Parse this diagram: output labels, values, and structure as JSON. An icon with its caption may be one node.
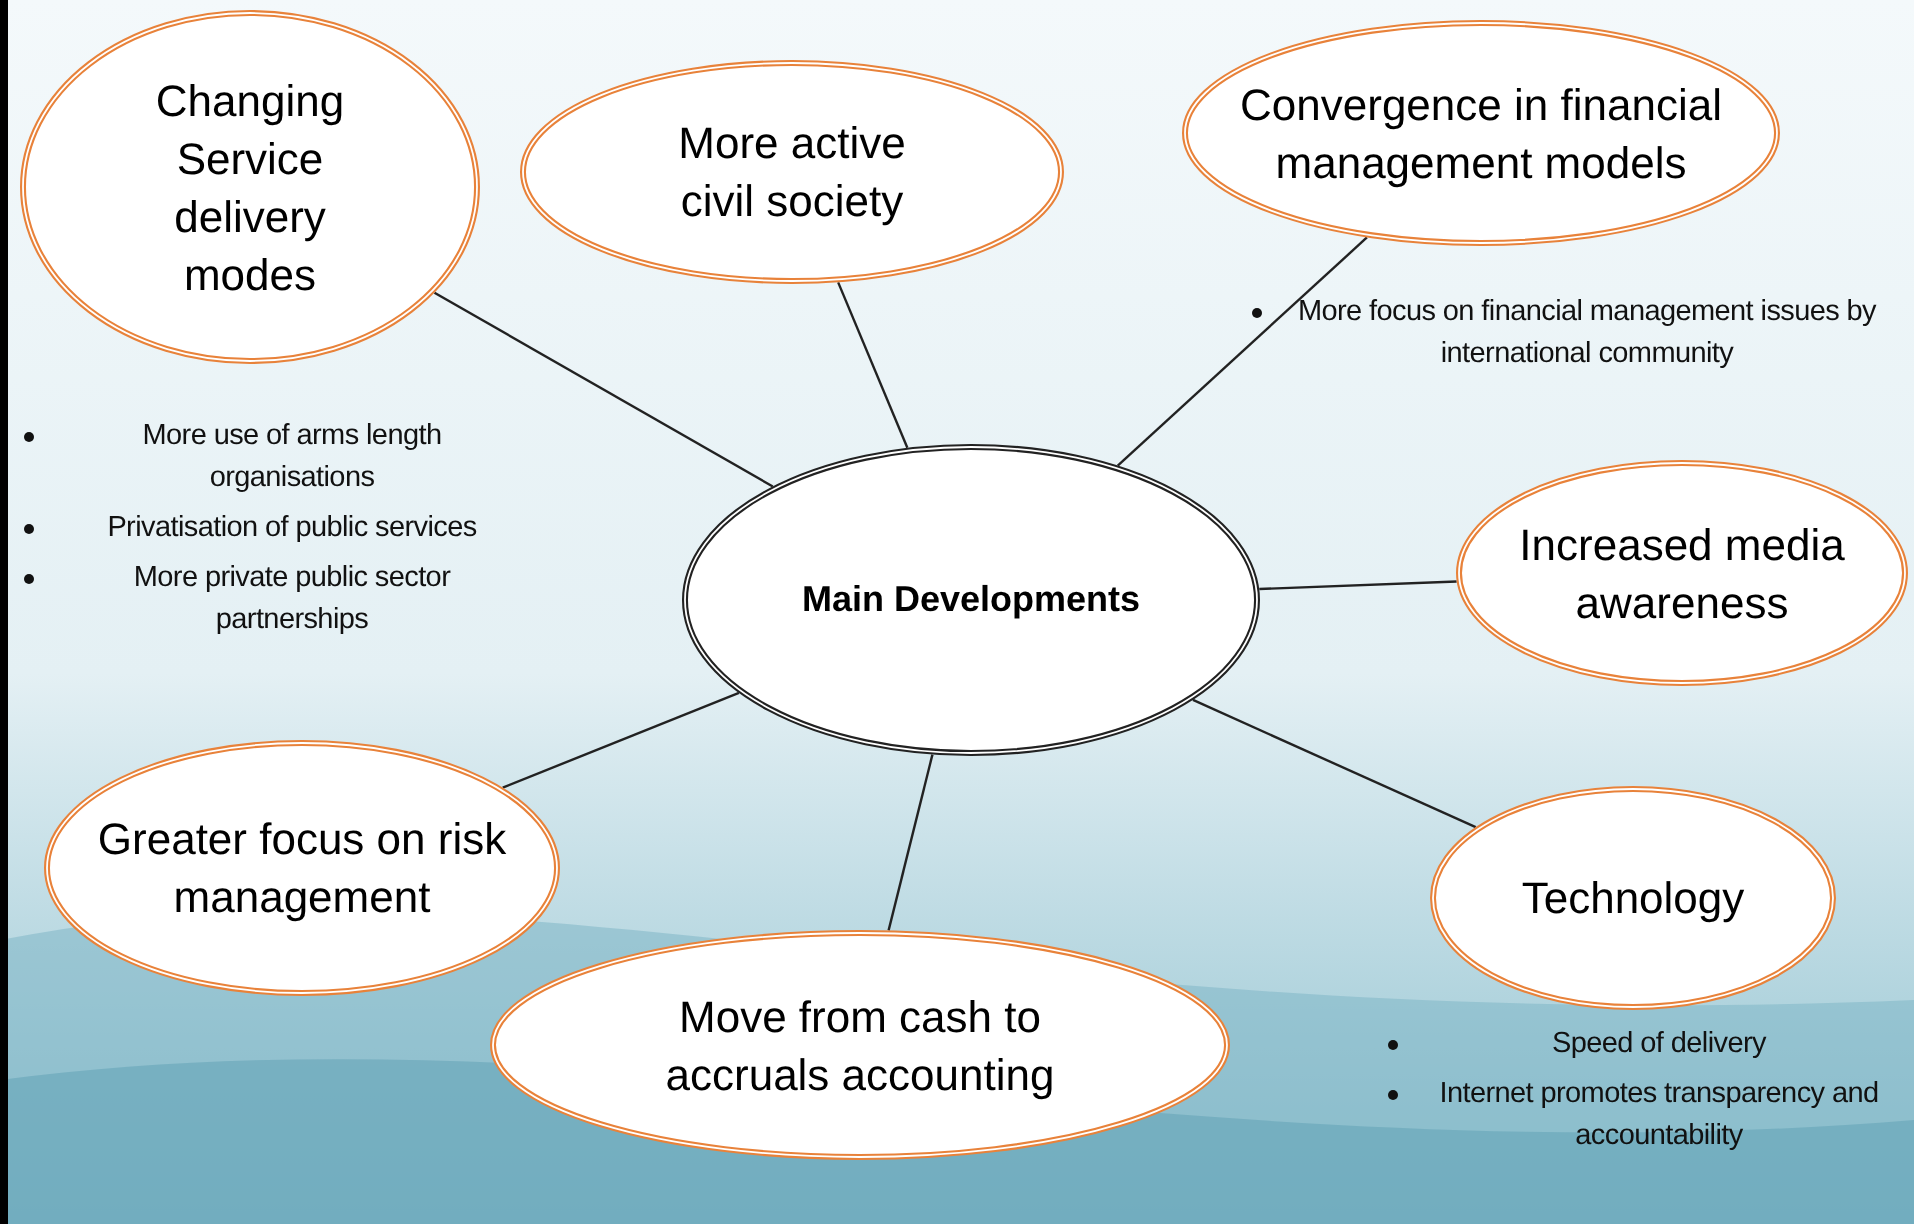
{
  "diagram": {
    "nodes": [
      {
        "text": [
          "Main Developments"
        ]
      },
      {
        "text": [
          "Changing Service delivery modes"
        ],
        "beside": [
          "More use of arms length organisations",
          "Privatisation of public services",
          "More private public sector partnerships"
        ]
      },
      {
        "text": [
          "More active civil society"
        ]
      },
      {
        "text": [
          "Convergence in financial management models"
        ],
        "beside": [
          "More focus on financial management issues by international community"
        ]
      },
      {
        "text": [
          "Increased media awareness"
        ]
      },
      {
        "text": [
          "Technology"
        ],
        "beside": [
          "Speed of delivery",
          "Internet promotes transparency and accountability"
        ]
      },
      {
        "text": [
          "Greater focus on risk management"
        ]
      },
      {
        "text": [
          "Move from cash to accruals accounting"
        ]
      }
    ],
    "edges": [
      {
        "from": 0,
        "to": 1,
        "arrow": "none"
      },
      {
        "from": 0,
        "to": 2,
        "arrow": "none"
      },
      {
        "from": 0,
        "to": 3,
        "arrow": "none"
      },
      {
        "from": 0,
        "to": 4,
        "arrow": "none"
      },
      {
        "from": 0,
        "to": 5,
        "arrow": "none"
      },
      {
        "from": 0,
        "to": 6,
        "arrow": "none"
      },
      {
        "from": 0,
        "to": 7,
        "arrow": "none"
      }
    ]
  }
}
